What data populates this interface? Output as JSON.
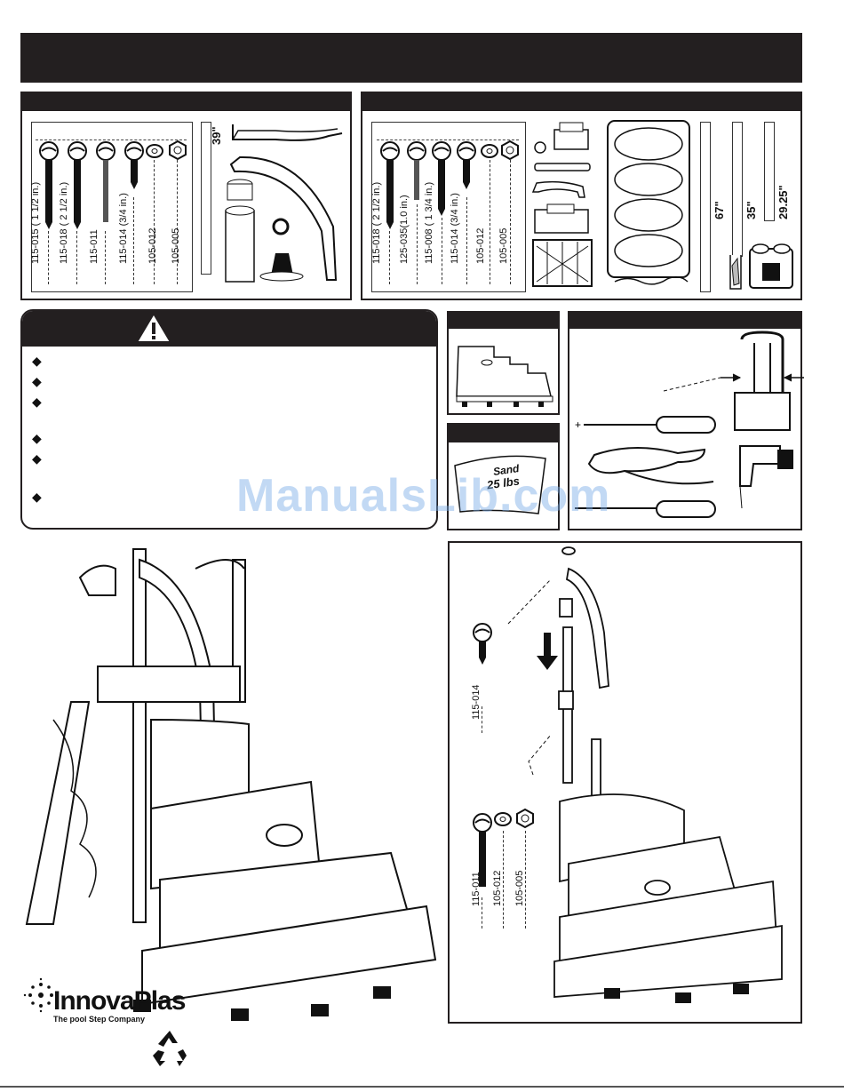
{
  "parts_left": {
    "labels": [
      "115-015 ( 1 1/2 in.)",
      "115-018 ( 2 1/2 in.)",
      "115-011",
      "115-014 (3/4 in.)",
      "105-012",
      "105-005"
    ],
    "dimension": "39\""
  },
  "parts_right": {
    "labels": [
      "115-018 ( 2 1/2 in.)",
      "125-035(1.0 in.)",
      "115-008 ( 1 3/4 in.)",
      "115-014 (3/4 in.)",
      "105-012",
      "105-005"
    ],
    "dimensions": [
      "67\"",
      "35\"",
      "29.25\""
    ]
  },
  "sand_bag": {
    "line1": "Sand",
    "line2": "25 lbs"
  },
  "assembly": {
    "screw_label": "115-014",
    "bolt_labels": [
      "115-011",
      "105-012",
      "105-005"
    ]
  },
  "watermark": "ManualsLib.com",
  "brand": {
    "name": "InnovaPlas",
    "tagline": "The pool Step Company"
  },
  "colors": {
    "dark": "#231f20",
    "watermark": "#7aaae6"
  },
  "icons": [
    "warning-triangle-icon",
    "diamond-bullet-icon",
    "recycle-icon",
    "down-arrow-icon"
  ]
}
